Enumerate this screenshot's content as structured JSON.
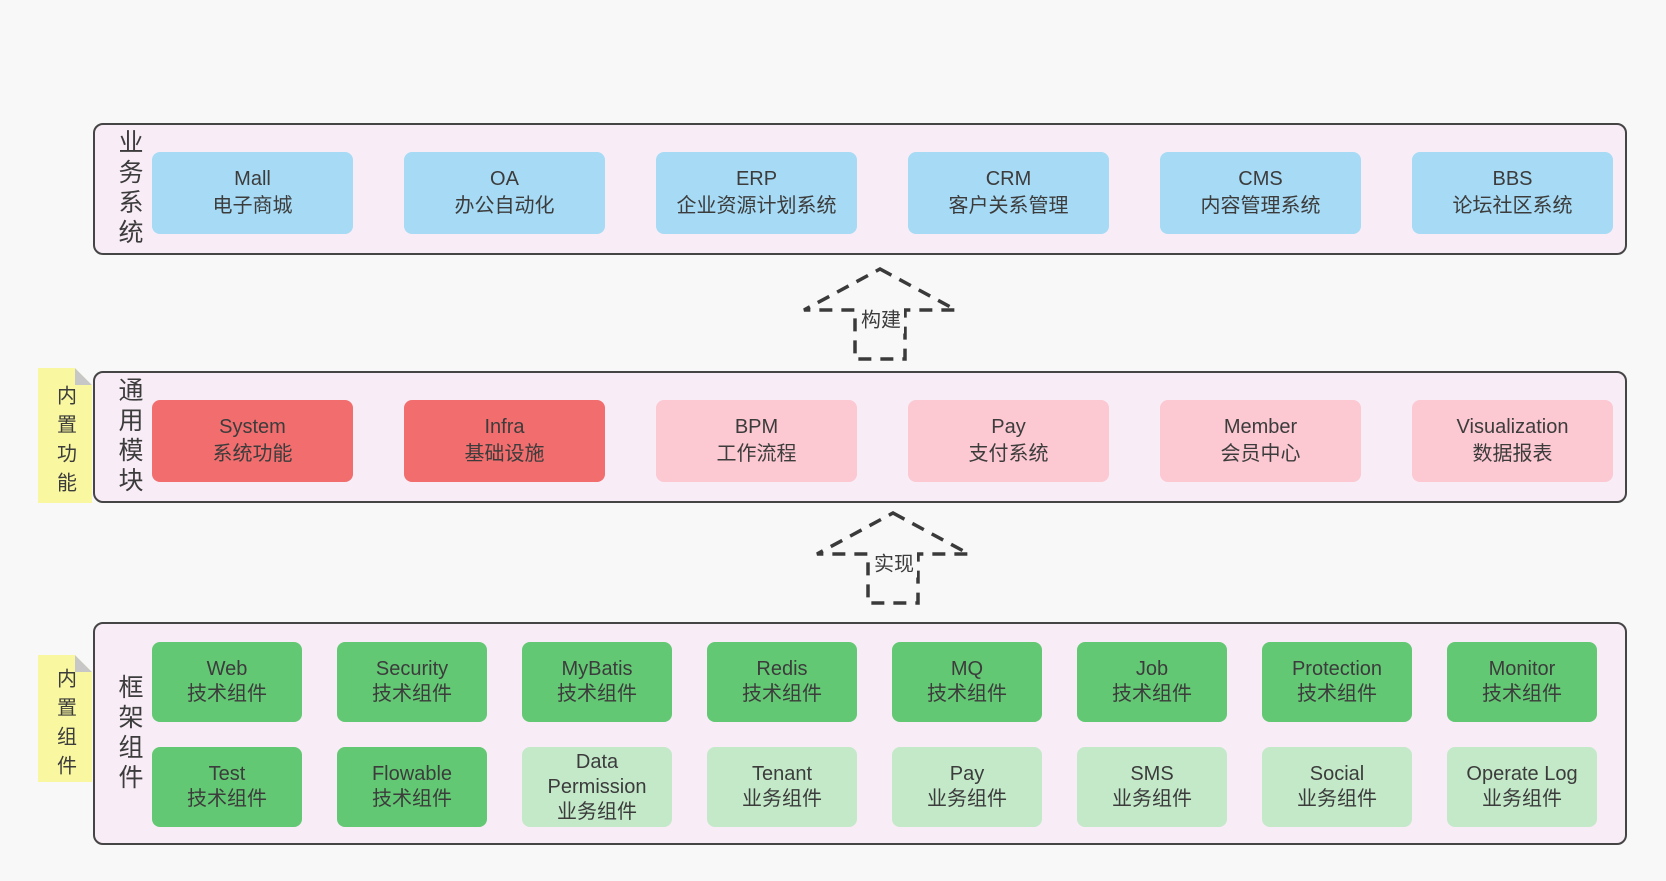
{
  "palette": {
    "page_bg": "#f8f8f8",
    "panel_bg": "#f8edf6",
    "panel_border": "#454545",
    "blue": "#a6daf5",
    "red": "#f26d6d",
    "pink": "#fcc8d2",
    "green": "#63c873",
    "green_light": "#c3e9c9",
    "yellow": "#f9f8a0",
    "fold": "#c7c7c7",
    "text": "#3c3c3c"
  },
  "arrows": [
    {
      "label": "构建"
    },
    {
      "label": "实现"
    }
  ],
  "stickies": [
    {
      "label": "内置功能"
    },
    {
      "label": "内置组件"
    }
  ],
  "panels": [
    {
      "id": "business-systems",
      "label": "业务系统",
      "boxes": [
        {
          "name": "Mall",
          "desc": "电子商城",
          "type": "blue"
        },
        {
          "name": "OA",
          "desc": "办公自动化",
          "type": "blue"
        },
        {
          "name": "ERP",
          "desc": "企业资源计划系统",
          "type": "blue"
        },
        {
          "name": "CRM",
          "desc": "客户关系管理",
          "type": "blue"
        },
        {
          "name": "CMS",
          "desc": "内容管理系统",
          "type": "blue"
        },
        {
          "name": "BBS",
          "desc": "论坛社区系统",
          "type": "blue"
        }
      ]
    },
    {
      "id": "common-modules",
      "label": "通用模块",
      "boxes": [
        {
          "name": "System",
          "desc": "系统功能",
          "type": "red"
        },
        {
          "name": "Infra",
          "desc": "基础设施",
          "type": "red"
        },
        {
          "name": "BPM",
          "desc": "工作流程",
          "type": "pink"
        },
        {
          "name": "Pay",
          "desc": "支付系统",
          "type": "pink"
        },
        {
          "name": "Member",
          "desc": "会员中心",
          "type": "pink"
        },
        {
          "name": "Visualization",
          "desc": "数据报表",
          "type": "pink"
        }
      ]
    },
    {
      "id": "framework-components",
      "label": "框架组件",
      "rows": [
        [
          {
            "name": "Web",
            "desc": "技术组件",
            "type": "green"
          },
          {
            "name": "Security",
            "desc": "技术组件",
            "type": "green"
          },
          {
            "name": "MyBatis",
            "desc": "技术组件",
            "type": "green"
          },
          {
            "name": "Redis",
            "desc": "技术组件",
            "type": "green"
          },
          {
            "name": "MQ",
            "desc": "技术组件",
            "type": "green"
          },
          {
            "name": "Job",
            "desc": "技术组件",
            "type": "green"
          },
          {
            "name": "Protection",
            "desc": "技术组件",
            "type": "green"
          },
          {
            "name": "Monitor",
            "desc": "技术组件",
            "type": "green"
          }
        ],
        [
          {
            "name": "Test",
            "desc": "技术组件",
            "type": "green"
          },
          {
            "name": "Flowable",
            "desc": "技术组件",
            "type": "green"
          },
          {
            "name": "Data Permission",
            "desc": "业务组件",
            "type": "green-light"
          },
          {
            "name": "Tenant",
            "desc": "业务组件",
            "type": "green-light"
          },
          {
            "name": "Pay",
            "desc": "业务组件",
            "type": "green-light"
          },
          {
            "name": "SMS",
            "desc": "业务组件",
            "type": "green-light"
          },
          {
            "name": "Social",
            "desc": "业务组件",
            "type": "green-light"
          },
          {
            "name": "Operate Log",
            "desc": "业务组件",
            "type": "green-light"
          }
        ]
      ]
    }
  ]
}
